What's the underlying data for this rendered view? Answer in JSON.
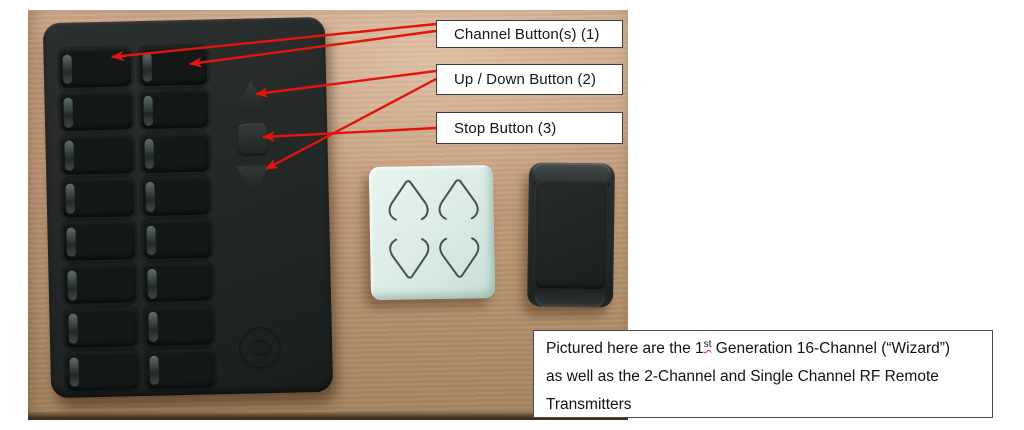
{
  "figure": {
    "type": "annotated-product-photo",
    "devices": [
      "1st Generation 16-Channel (“Wizard”) RF Remote Transmitter",
      "2-Channel RF Remote Transmitter",
      "Single Channel RF Remote Transmitter"
    ]
  },
  "callouts": [
    {
      "id": "channel-buttons",
      "label": "Channel Button(s) (1)"
    },
    {
      "id": "up-down-button",
      "label": "Up / Down Button (2)"
    },
    {
      "id": "stop-button",
      "label": "Stop Button (3)"
    }
  ],
  "caption": {
    "line1_prefix": "Pictured here are the 1",
    "line1_sup": "st",
    "line1_rest": " Generation 16-Channel (“Wizard”)",
    "line2": "as well as the 2-Channel and Single Channel RF Remote",
    "line3": "Transmitters"
  },
  "colors": {
    "arrow_red": "#e0150d",
    "callout_border": "#3d3d3d",
    "caption_border": "#4a4a4a",
    "spellcheck_red": "#d93025",
    "wood_top": "#cda88a",
    "wood_bottom": "#a4845f",
    "remote_16_body": "#232827",
    "remote_2_body": "#d9ece4",
    "remote_1_body": "#242928"
  }
}
